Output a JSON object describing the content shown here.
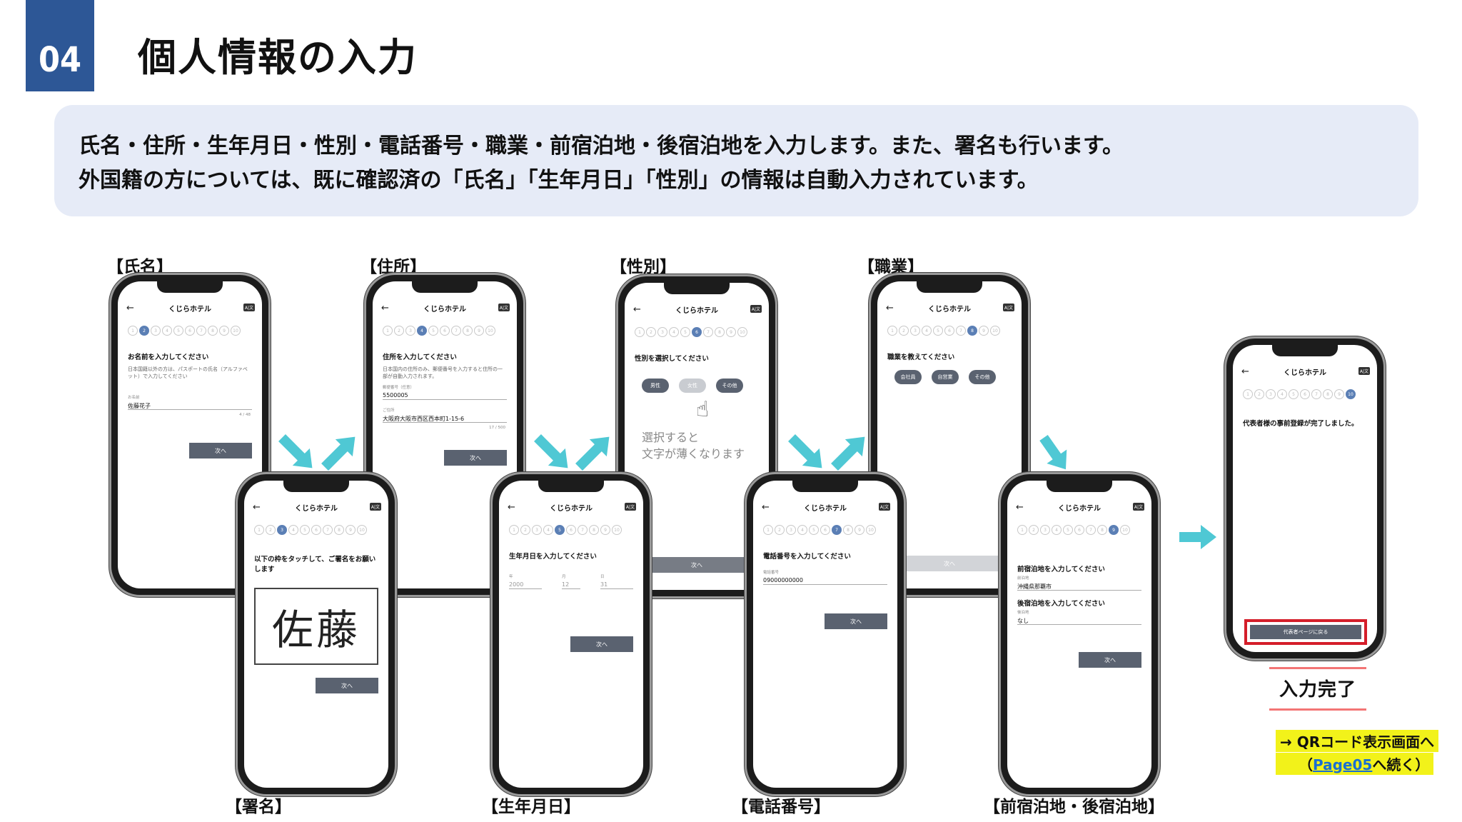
{
  "header": {
    "step_number": "04",
    "title": "個人情報の入力"
  },
  "description": {
    "line1": "氏名・住所・生年月日・性別・電話番号・職業・前宿泊地・後宿泊地を入力します。また、署名も行います。",
    "line2": "外国籍の方については、既に確認済の「氏名」「生年月日」「性別」の情報は自動入力されています。"
  },
  "labels": {
    "name": "【氏名】",
    "address": "【住所】",
    "gender": "【性別】",
    "occupation": "【職業】",
    "signature": "【署名】",
    "birthdate": "【生年月日】",
    "phone": "【電話番号】",
    "stay": "【前宿泊地・後宿泊地】"
  },
  "app": {
    "hotel": "くじらホテル",
    "back": "←",
    "lang": "A|文",
    "next": "次へ"
  },
  "steps": [
    "1",
    "2",
    "3",
    "4",
    "5",
    "6",
    "7",
    "8",
    "9",
    "10"
  ],
  "screens": {
    "name": {
      "question": "お名前を入力してください",
      "note": "日本国籍以外の方は、パスポートの氏名（アルファベット）で入力してください",
      "field_label": "お名前",
      "value": "佐藤花子",
      "counter": "4 / 48"
    },
    "address": {
      "question": "住所を入力してください",
      "note": "日本国内の住所のみ、郵便番号を入力すると住所の一部が自動入力されます。",
      "zip_label": "郵便番号（任意）",
      "zip_value": "5500005",
      "addr_label": "ご住所",
      "addr_value": "大阪府大阪市西区西本町1-15-6",
      "counter": "17 / 500"
    },
    "gender": {
      "question": "性別を選択してください",
      "options": [
        "男性",
        "女性",
        "その他"
      ],
      "overlay_line1": "選択すると",
      "overlay_line2": "文字が薄くなります"
    },
    "occupation": {
      "question": "職業を教えてください",
      "options": [
        "会社員",
        "自営業",
        "その他"
      ]
    },
    "signature": {
      "question": "以下の枠をタッチして、ご署名をお願いします",
      "sign_text": "佐藤"
    },
    "birthdate": {
      "question": "生年月日を入力してください",
      "year_label": "年",
      "year_value": "2000",
      "month_label": "月",
      "month_value": "12",
      "day_label": "日",
      "day_value": "31"
    },
    "phone": {
      "question": "電話番号を入力してください",
      "field_label": "電話番号",
      "value": "09000000000"
    },
    "stay": {
      "question1": "前宿泊地を入力してください",
      "label1": "前泊地",
      "value1": "沖縄県那覇市",
      "question2": "後宿泊地を入力してください",
      "label2": "後泊地",
      "value2": "なし"
    },
    "complete": {
      "message": "代表者様の事前登録が完了しました。",
      "button": "代表者ページに戻る"
    }
  },
  "completion_label": "入力完了",
  "footer_note": {
    "line1": "→ QRコード表示画面へ",
    "line2_prefix": "（",
    "link": "Page05",
    "line2_suffix": "へ続く）"
  },
  "colors": {
    "accent": "#2d5796",
    "arrow": "#4fc8d4",
    "highlight": "#f2f21a",
    "red": "#d41e2a"
  }
}
